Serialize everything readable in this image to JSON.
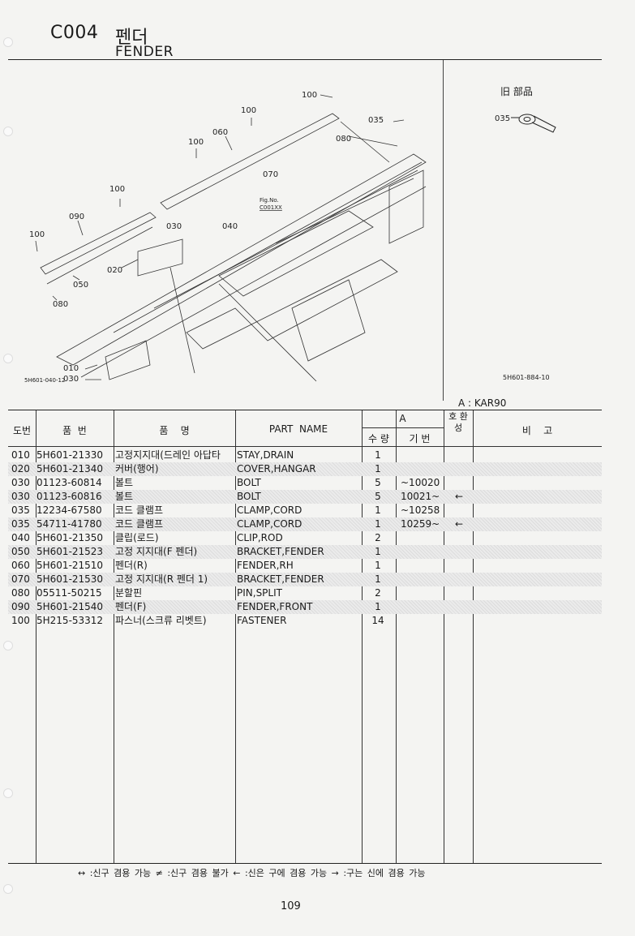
{
  "header": {
    "code": "C004",
    "title_ko": "펜더",
    "title_en": "FENDER"
  },
  "illustration": {
    "old_parts_title": "旧 部品",
    "old_part_callout": "035",
    "ref_code_left": "5H601-040-12",
    "ref_code_right": "5H601-884-10",
    "fig_note": "Fig.No.",
    "fig_note_code": "C001XX",
    "callouts": [
      "100",
      "100",
      "060",
      "100",
      "100",
      "035",
      "080",
      "070",
      "090",
      "100",
      "030",
      "040",
      "020",
      "050",
      "080",
      "010",
      "030"
    ]
  },
  "model_line": "A : KAR90",
  "table": {
    "headers": {
      "no": "도번",
      "part_no": "품  번",
      "name_ko": "품    명",
      "name_en": "PART  NAME",
      "model": "A",
      "qty": "수 량",
      "serial": "기 번",
      "interchange": "호 환 성",
      "remarks": "비    고"
    },
    "rows": [
      {
        "no": "010",
        "part": "5H601-21330",
        "ko": "고정지지대(드레인 아답타",
        "en": "STAY,DRAIN",
        "qty": "1",
        "serial": "",
        "ic": "",
        "shade": false
      },
      {
        "no": "020",
        "part": "5H601-21340",
        "ko": "커버(행어)",
        "en": "COVER,HANGAR",
        "qty": "1",
        "serial": "",
        "ic": "",
        "shade": true
      },
      {
        "no": "030",
        "part": "01123-60814",
        "ko": "볼트",
        "en": "BOLT",
        "qty": "5",
        "serial": "~10020",
        "ic": "",
        "shade": false
      },
      {
        "no": "030",
        "part": "01123-60816",
        "ko": "볼트",
        "en": "BOLT",
        "qty": "5",
        "serial": "10021~",
        "ic": "←",
        "shade": true
      },
      {
        "no": "035",
        "part": "12234-67580",
        "ko": "코드 클램프",
        "en": "CLAMP,CORD",
        "qty": "1",
        "serial": "~10258",
        "ic": "",
        "shade": false
      },
      {
        "no": "035",
        "part": "54711-41780",
        "ko": "코드 클램프",
        "en": "CLAMP,CORD",
        "qty": "1",
        "serial": "10259~",
        "ic": "←",
        "shade": true
      },
      {
        "no": "040",
        "part": "5H601-21350",
        "ko": "클립(로드)",
        "en": "CLIP,ROD",
        "qty": "2",
        "serial": "",
        "ic": "",
        "shade": false
      },
      {
        "no": "050",
        "part": "5H601-21523",
        "ko": "고정 지지대(F 펜더)",
        "en": "BRACKET,FENDER",
        "qty": "1",
        "serial": "",
        "ic": "",
        "shade": true
      },
      {
        "no": "060",
        "part": "5H601-21510",
        "ko": "펜더(R)",
        "en": "FENDER,RH",
        "qty": "1",
        "serial": "",
        "ic": "",
        "shade": false
      },
      {
        "no": "070",
        "part": "5H601-21530",
        "ko": "고정 지지대(R 펜더 1)",
        "en": "BRACKET,FENDER",
        "qty": "1",
        "serial": "",
        "ic": "",
        "shade": true
      },
      {
        "no": "080",
        "part": "05511-50215",
        "ko": "분할핀",
        "en": "PIN,SPLIT",
        "qty": "2",
        "serial": "",
        "ic": "",
        "shade": false
      },
      {
        "no": "090",
        "part": "5H601-21540",
        "ko": "펜더(F)",
        "en": "FENDER,FRONT",
        "qty": "1",
        "serial": "",
        "ic": "",
        "shade": true
      },
      {
        "no": "100",
        "part": "5H215-53312",
        "ko": "파스너(스크류 리벳트)",
        "en": "FASTENER",
        "qty": "14",
        "serial": "",
        "ic": "",
        "shade": false
      }
    ]
  },
  "legend": "↔ :신구 겸용 가능     ≠ :신구 겸용 불가     ← :신은 구에 겸용 가능     → :구는 신에 겸용 가능",
  "page_number": "109"
}
